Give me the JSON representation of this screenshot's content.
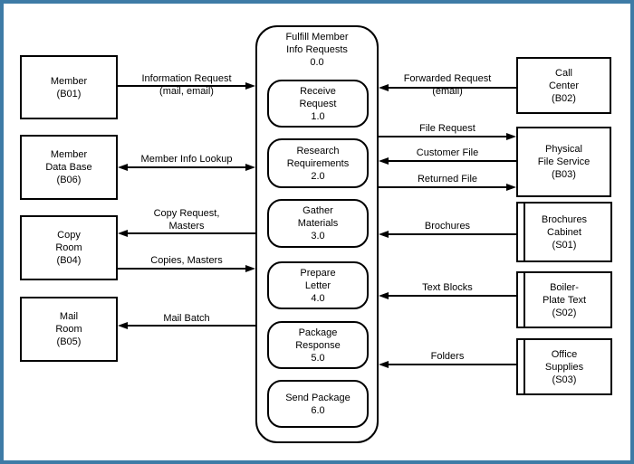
{
  "frame": {
    "border_color": "#3e7ba6"
  },
  "process_group": {
    "title": "Fulfill Member\nInfo Requests\n0.0",
    "processes": [
      {
        "label": "Receive\nRequest\n1.0"
      },
      {
        "label": "Research\nRequirements\n2.0"
      },
      {
        "label": "Gather\nMaterials\n3.0"
      },
      {
        "label": "Prepare\nLetter\n4.0"
      },
      {
        "label": "Package\nResponse\n5.0"
      },
      {
        "label": "Send Package\n6.0"
      }
    ]
  },
  "entities_left": [
    {
      "label": "Member\n(B01)",
      "type": "external-entity"
    },
    {
      "label": "Member\nData Base\n(B06)",
      "type": "external-entity"
    },
    {
      "label": "Copy\nRoom\n(B04)",
      "type": "external-entity"
    },
    {
      "label": "Mail\nRoom\n(B05)",
      "type": "external-entity"
    }
  ],
  "entities_right": [
    {
      "label": "Call\nCenter\n(B02)",
      "type": "external-entity"
    },
    {
      "label": "Physical\nFile Service\n(B03)",
      "type": "external-entity"
    },
    {
      "label": "Brochures\nCabinet\n(S01)",
      "type": "data-store"
    },
    {
      "label": "Boiler-\nPlate Text\n(S02)",
      "type": "data-store"
    },
    {
      "label": "Office\nSupplies\n(S03)",
      "type": "data-store"
    }
  ],
  "flows": [
    {
      "label": "Information Request\n(mail, email)",
      "from": "Member (B01)",
      "to": "Fulfill Member Info Requests 0.0",
      "direction": "right"
    },
    {
      "label": "Member Info Lookup",
      "from": "Member Data Base (B06)",
      "to": "Fulfill Member Info Requests 0.0",
      "direction": "both"
    },
    {
      "label": "Copy Request,\nMasters",
      "from": "Fulfill Member Info Requests 0.0",
      "to": "Copy Room (B04)",
      "direction": "left"
    },
    {
      "label": "Copies, Masters",
      "from": "Copy Room (B04)",
      "to": "Fulfill Member Info Requests 0.0",
      "direction": "right"
    },
    {
      "label": "Mail Batch",
      "from": "Fulfill Member Info Requests 0.0",
      "to": "Mail Room (B05)",
      "direction": "left"
    },
    {
      "label": "Forwarded Request\n(email)",
      "from": "Call Center (B02)",
      "to": "Fulfill Member Info Requests 0.0",
      "direction": "left"
    },
    {
      "label": "File Request",
      "from": "Fulfill Member Info Requests 0.0",
      "to": "Physical File Service (B03)",
      "direction": "right"
    },
    {
      "label": "Customer File",
      "from": "Physical File Service (B03)",
      "to": "Fulfill Member Info Requests 0.0",
      "direction": "left"
    },
    {
      "label": "Returned File",
      "from": "Fulfill Member Info Requests 0.0",
      "to": "Physical File Service (B03)",
      "direction": "right"
    },
    {
      "label": "Brochures",
      "from": "Brochures Cabinet (S01)",
      "to": "Fulfill Member Info Requests 0.0",
      "direction": "left"
    },
    {
      "label": "Text Blocks",
      "from": "Boiler-Plate Text (S02)",
      "to": "Fulfill Member Info Requests 0.0",
      "direction": "left"
    },
    {
      "label": "Folders",
      "from": "Office Supplies (S03)",
      "to": "Fulfill Member Info Requests 0.0",
      "direction": "left"
    }
  ]
}
